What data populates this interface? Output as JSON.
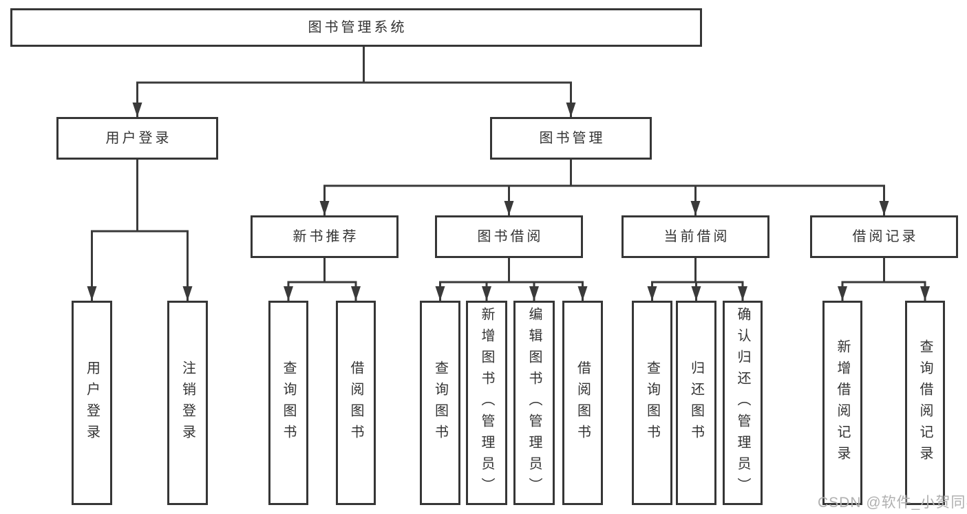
{
  "tree": {
    "label": "图书管理系统",
    "children": [
      {
        "label": "用户登录",
        "children": [
          {
            "label": "用户登录"
          },
          {
            "label": "注销登录"
          }
        ]
      },
      {
        "label": "图书管理",
        "children": [
          {
            "label": "新书推荐",
            "children": [
              {
                "label": "查询图书"
              },
              {
                "label": "借阅图书"
              }
            ]
          },
          {
            "label": "图书借阅",
            "children": [
              {
                "label": "查询图书"
              },
              {
                "label": "新增图书（管理员）"
              },
              {
                "label": "编辑图书（管理员）"
              },
              {
                "label": "借阅图书"
              }
            ]
          },
          {
            "label": "当前借阅",
            "children": [
              {
                "label": "查询图书"
              },
              {
                "label": "归还图书"
              },
              {
                "label": "确认归还（管理员）"
              }
            ]
          },
          {
            "label": "借阅记录",
            "children": [
              {
                "label": "新增借阅记录"
              },
              {
                "label": "查询借阅记录"
              }
            ]
          }
        ]
      }
    ]
  },
  "watermark": {
    "text": "CSDN @软件_小贺同学"
  },
  "colors": {
    "line": "#3a3a3a",
    "box_border": "#363636",
    "box_bg": "#ffffff",
    "text": "#333333",
    "watermark": "#b0b0b0",
    "background": "#ffffff"
  }
}
